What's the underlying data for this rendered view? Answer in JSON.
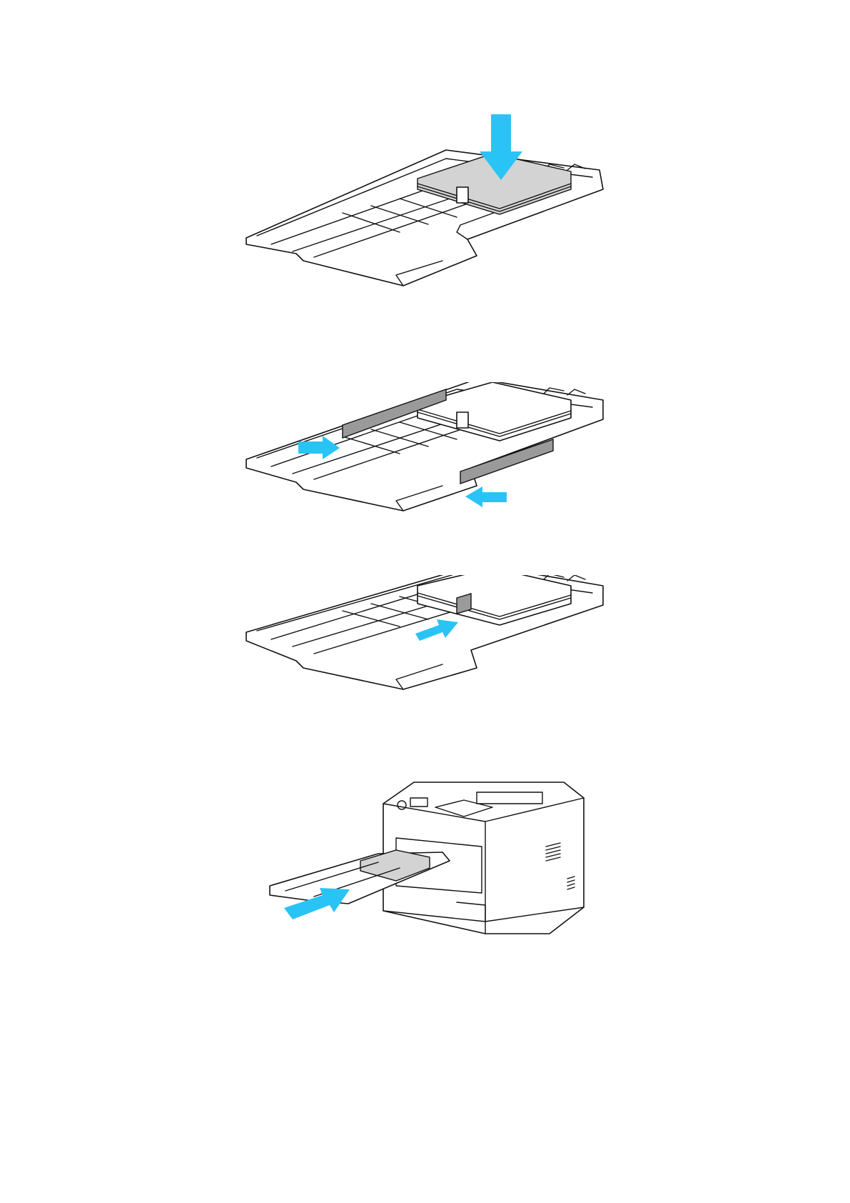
{
  "document": {
    "figures": [
      {
        "id": 1,
        "depicts": "tray",
        "arrow_color": "#29c4f5",
        "arrows": 1
      },
      {
        "id": 2,
        "depicts": "tray",
        "arrow_color": "#29c4f5",
        "arrows": 2
      },
      {
        "id": 3,
        "depicts": "tray",
        "arrow_color": "#29c4f5",
        "arrows": 1
      },
      {
        "id": 4,
        "depicts": "printer",
        "arrow_color": "#29c4f5",
        "arrows": 1
      }
    ],
    "icons": [
      "down-arrow-icon",
      "right-arrow-icon",
      "left-arrow-icon"
    ]
  }
}
